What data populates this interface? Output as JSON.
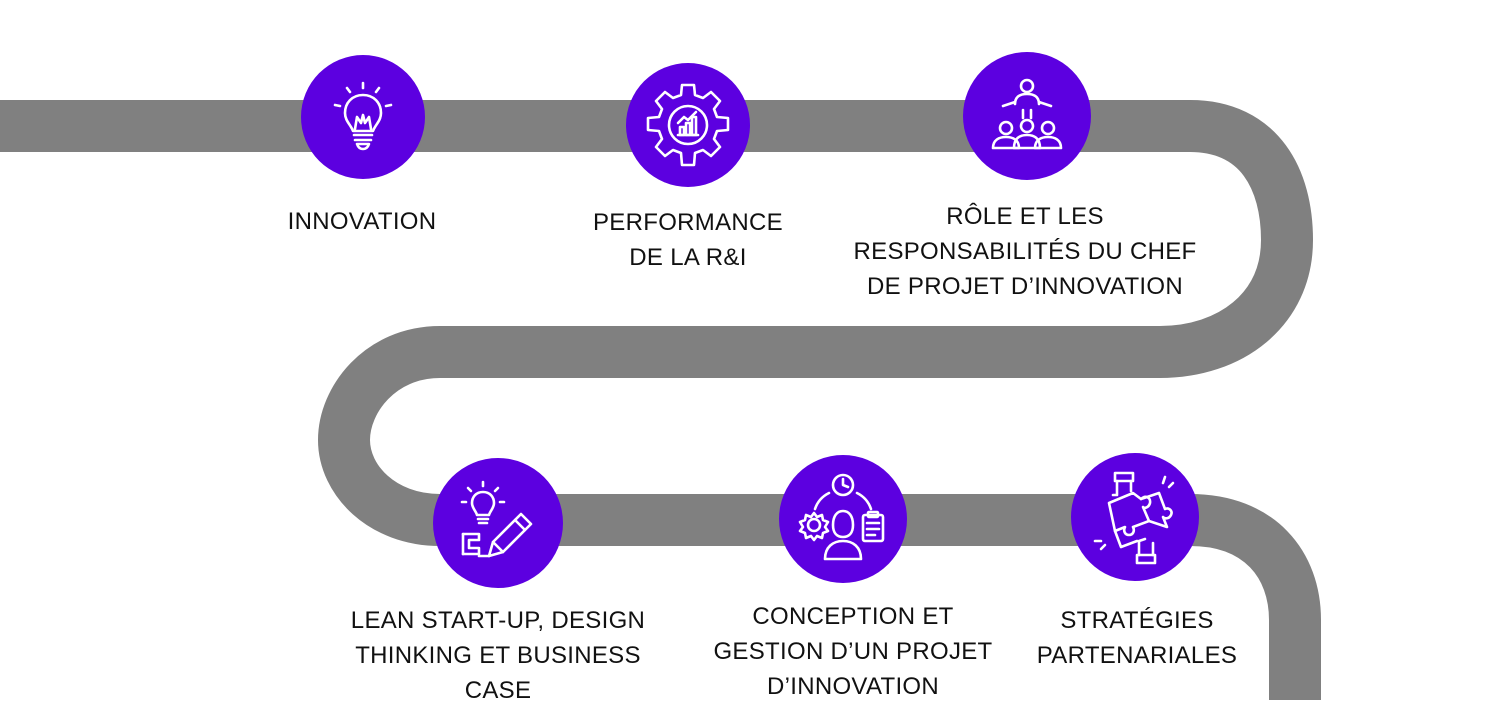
{
  "colors": {
    "road": "#808080",
    "node": "#5c00e0",
    "icon_stroke": "#ffffff",
    "text": "#111111"
  },
  "steps": [
    {
      "icon": "lightbulb-icon",
      "label": "INNOVATION"
    },
    {
      "icon": "gear-chart-icon",
      "label": "PERFORMANCE\nDE LA R&I"
    },
    {
      "icon": "team-leader-icon",
      "label": "RÔLE ET LES\nRESPONSABILITÉS DU CHEF\nDE PROJET D’INNOVATION"
    },
    {
      "icon": "idea-pencil-icon",
      "label": "LEAN START-UP, DESIGN\nTHINKING ET BUSINESS\nCASE"
    },
    {
      "icon": "project-manager-icon",
      "label": "CONCEPTION ET\nGESTION D’UN PROJET\nD’INNOVATION"
    },
    {
      "icon": "puzzle-hands-icon",
      "label": "STRATÉGIES\nPARTENARIALES"
    }
  ]
}
